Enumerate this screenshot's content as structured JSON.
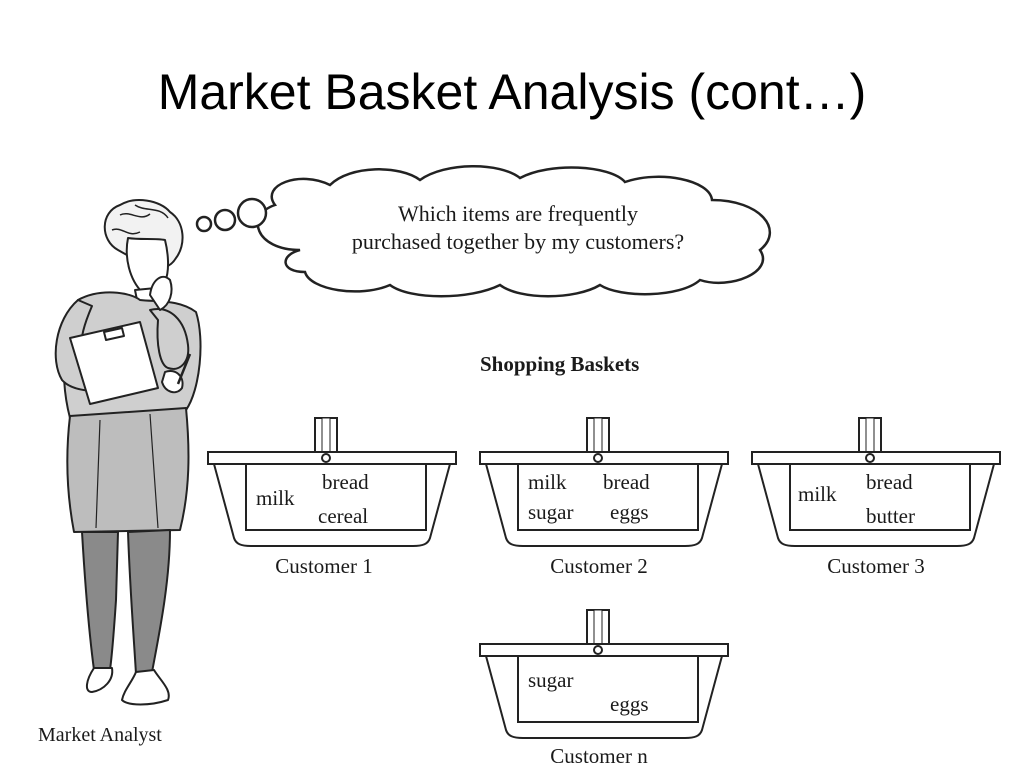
{
  "title": "Market Basket Analysis (cont…)",
  "thought": {
    "line1": "Which items are frequently",
    "line2": "purchased together by my customers?"
  },
  "section_heading": "Shopping Baskets",
  "analyst_label": "Market Analyst",
  "baskets": [
    {
      "customer": "Customer 1",
      "items": [
        "milk",
        "bread",
        "cereal"
      ]
    },
    {
      "customer": "Customer 2",
      "items": [
        "milk",
        "bread",
        "sugar",
        "eggs"
      ]
    },
    {
      "customer": "Customer 3",
      "items": [
        "milk",
        "bread",
        "butter"
      ]
    },
    {
      "customer": "Customer n",
      "items": [
        "sugar",
        "eggs"
      ]
    }
  ]
}
